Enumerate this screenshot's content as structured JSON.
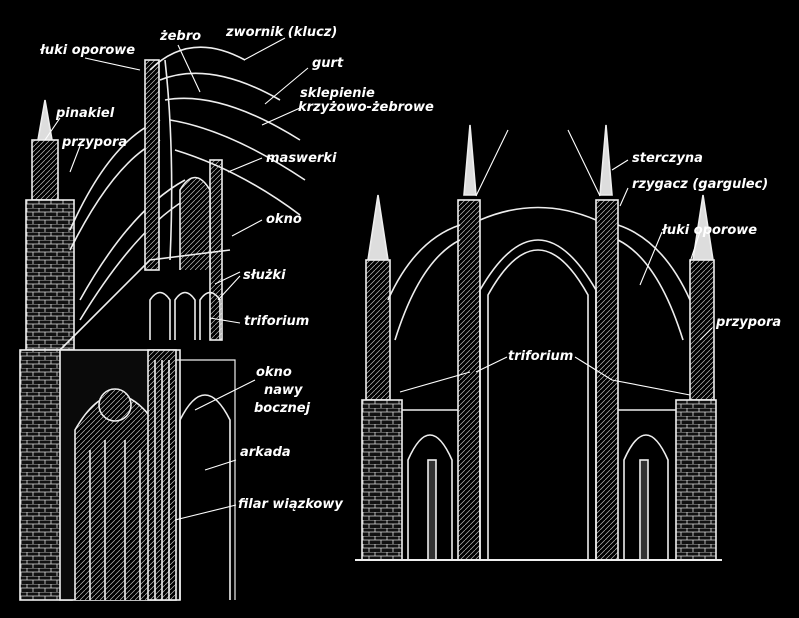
{
  "labels": {
    "luki_oporowe_left": "łuki oporowe",
    "zebro": "żebro",
    "zwornik": "zwornik (klucz)",
    "gurt": "gurt",
    "sklepienie_1": "sklepienie",
    "sklepienie_2": "krzyżowo-żebrowe",
    "pinakiel": "pinakiel",
    "przypora_left": "przypora",
    "maswerki": "maswerki",
    "okno": "okno",
    "sluzki": "służki",
    "triforium_left": "triforium",
    "okno_nawy_1": "okno",
    "okno_nawy_2": "nawy",
    "okno_nawy_3": "bocznej",
    "arkada": "arkada",
    "filar": "filar wiązkowy",
    "sterczyna": "sterczyna",
    "rzygacz": "rzygacz (gargulec)",
    "luki_oporowe_right": "łuki oporowe",
    "przypora_right": "przypora",
    "triforium_center": "triforium"
  }
}
